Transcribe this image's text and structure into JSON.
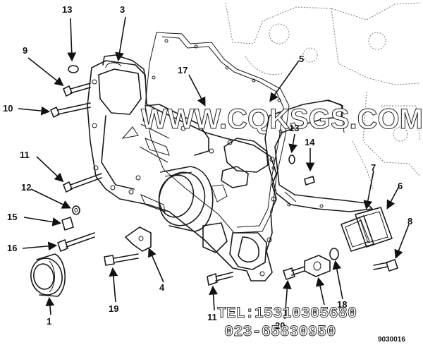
{
  "watermark": "WWW.CQKSGS.COM",
  "contact": {
    "tel": "TEL:15310305680",
    "phone": "023-65830950"
  },
  "figure_code": "9030016",
  "callouts": [
    {
      "id": "callout-1",
      "label": "1"
    },
    {
      "id": "callout-3",
      "label": "3"
    },
    {
      "id": "callout-4",
      "label": "4"
    },
    {
      "id": "callout-5",
      "label": "5"
    },
    {
      "id": "callout-6",
      "label": "6"
    },
    {
      "id": "callout-7",
      "label": "7"
    },
    {
      "id": "callout-8",
      "label": "8"
    },
    {
      "id": "callout-9",
      "label": "9"
    },
    {
      "id": "callout-10",
      "label": "10"
    },
    {
      "id": "callout-11-upper",
      "label": "11"
    },
    {
      "id": "callout-11-lower",
      "label": "11"
    },
    {
      "id": "callout-12",
      "label": "12"
    },
    {
      "id": "callout-13-upper",
      "label": "13"
    },
    {
      "id": "callout-13-right",
      "label": "13"
    },
    {
      "id": "callout-14",
      "label": "14"
    },
    {
      "id": "callout-15",
      "label": "15"
    },
    {
      "id": "callout-16",
      "label": "16"
    },
    {
      "id": "callout-17",
      "label": "17"
    },
    {
      "id": "callout-18",
      "label": "18"
    },
    {
      "id": "callout-19",
      "label": "19"
    },
    {
      "id": "callout-20",
      "label": "20"
    }
  ]
}
